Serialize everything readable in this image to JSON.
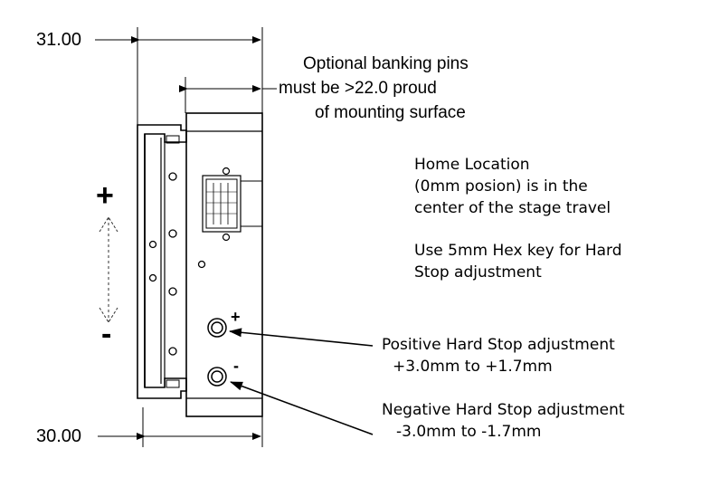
{
  "dimensions": {
    "top_width": "31.00",
    "bottom_width": "30.00"
  },
  "banking_note": {
    "line1": "Optional banking pins",
    "line2": "must be >22.0 proud",
    "line3": "of mounting surface"
  },
  "home_note": {
    "line1": "Home Location",
    "line2": "(0mm posion) is in the",
    "line3": "center of the stage travel"
  },
  "hex_note": {
    "line1": "Use 5mm Hex key for Hard",
    "line2": "Stop adjustment"
  },
  "positive_stop": {
    "title": "Positive Hard Stop adjustment",
    "range": "+3.0mm to +1.7mm",
    "sign": "+"
  },
  "negative_stop": {
    "title": "Negative Hard Stop adjustment",
    "range": "-3.0mm to -1.7mm",
    "sign": "-"
  },
  "travel": {
    "plus": "+",
    "minus": "-"
  }
}
